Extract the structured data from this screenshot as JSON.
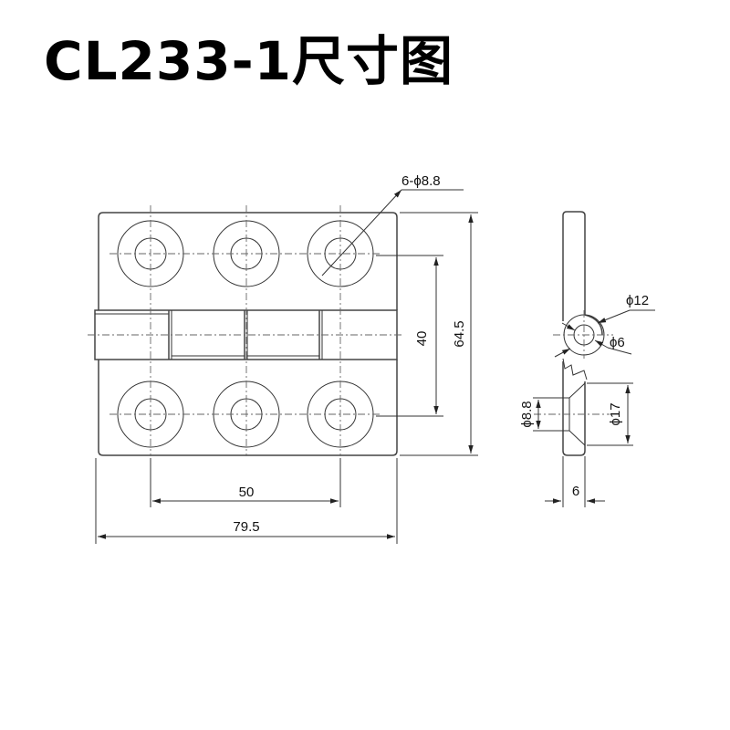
{
  "title": "CL233-1尺寸图",
  "dimensions": {
    "holes": "6-ϕ8.8",
    "hole_pitch": "50",
    "overall_width": "79.5",
    "hole_row_spacing": "40",
    "overall_height": "64.5",
    "pin_outer_dia": "ϕ12",
    "pin_inner_dia": "ϕ6",
    "hole_dia_side": "ϕ8.8",
    "countersink_dia": "ϕ17",
    "thickness": "6"
  }
}
